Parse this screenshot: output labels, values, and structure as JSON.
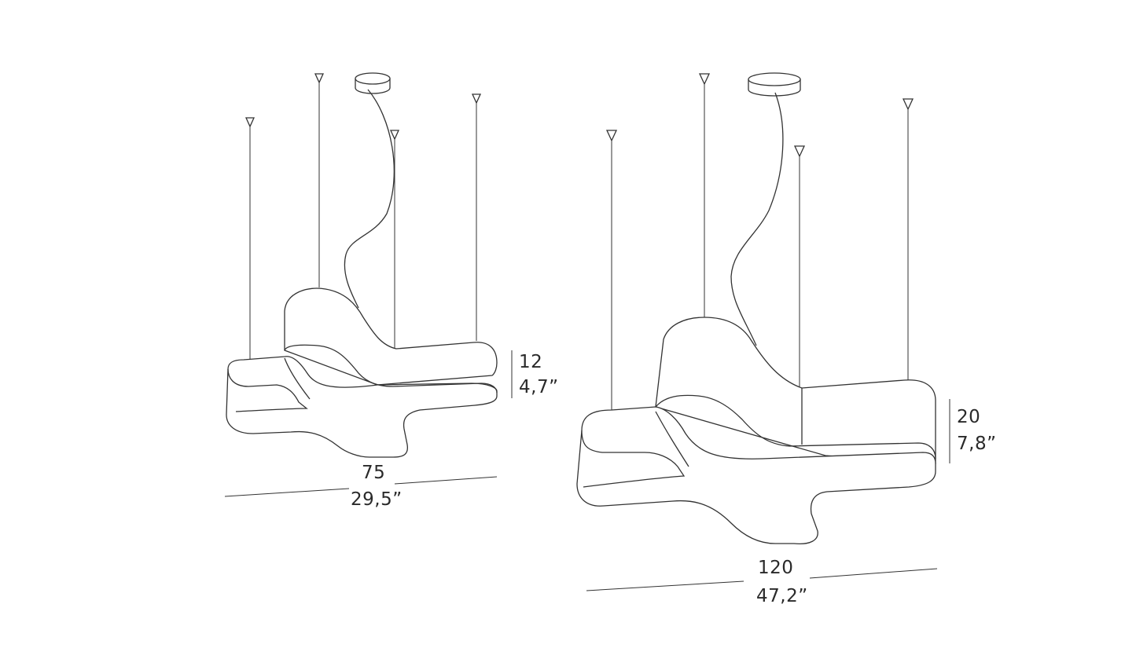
{
  "small_lamp": {
    "width_cm": "75",
    "width_in": "29,5”",
    "height_cm": "12",
    "height_in": "4,7”"
  },
  "large_lamp": {
    "width_cm": "120",
    "width_in": "47,2”",
    "height_cm": "20",
    "height_in": "7,8”"
  }
}
